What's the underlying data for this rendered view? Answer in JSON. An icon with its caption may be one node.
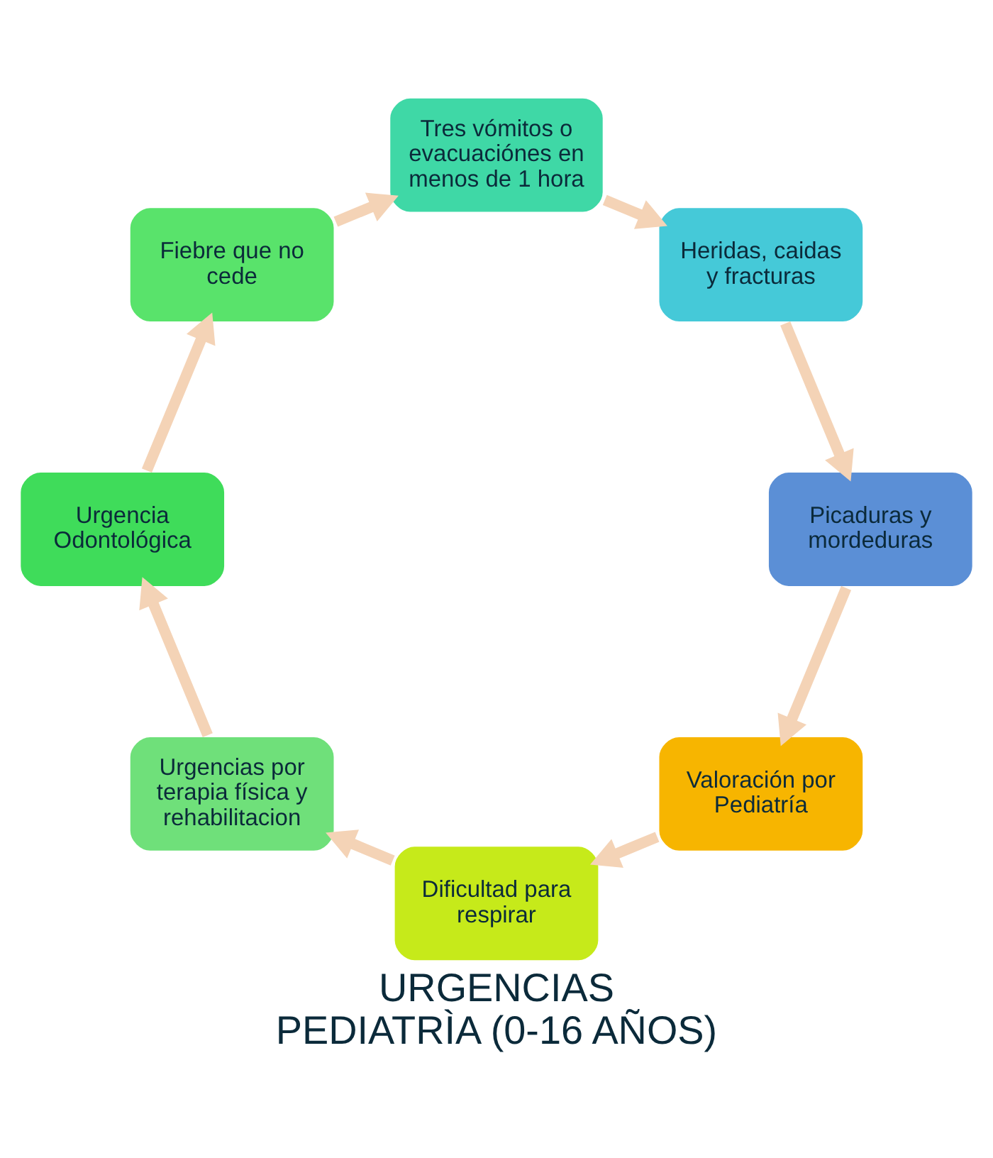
{
  "diagram": {
    "title": "URGENCIAS",
    "caption": "PEDIATRÌA (0-16 AÑOS)",
    "nodes": [
      {
        "text": [
          "Valoración por Pediatría"
        ]
      },
      {
        "text": [
          "Dificultad para respirar"
        ]
      },
      {
        "text": [
          "Urgencias por terapia física y rehabilitacion"
        ]
      },
      {
        "text": [
          "Urgencia Odontológica"
        ]
      },
      {
        "text": [
          "Fiebre que no cede"
        ]
      },
      {
        "text": [
          "Tres vómitos o evacuaciónes en menos de 1 hora"
        ]
      },
      {
        "text": [
          "Heridas, caidas y fracturas"
        ]
      },
      {
        "text": [
          "Picaduras y mordeduras"
        ]
      }
    ],
    "edges": [
      {
        "from": 0,
        "to": 1,
        "arrow": "to"
      },
      {
        "from": 1,
        "to": 2,
        "arrow": "to"
      },
      {
        "from": 2,
        "to": 3,
        "arrow": "to"
      },
      {
        "from": 3,
        "to": 4,
        "arrow": "to"
      },
      {
        "from": 4,
        "to": 5,
        "arrow": "to"
      },
      {
        "from": 5,
        "to": 6,
        "arrow": "to"
      },
      {
        "from": 6,
        "to": 7,
        "arrow": "to"
      },
      {
        "from": 7,
        "to": 0,
        "arrow": "to"
      }
    ]
  }
}
